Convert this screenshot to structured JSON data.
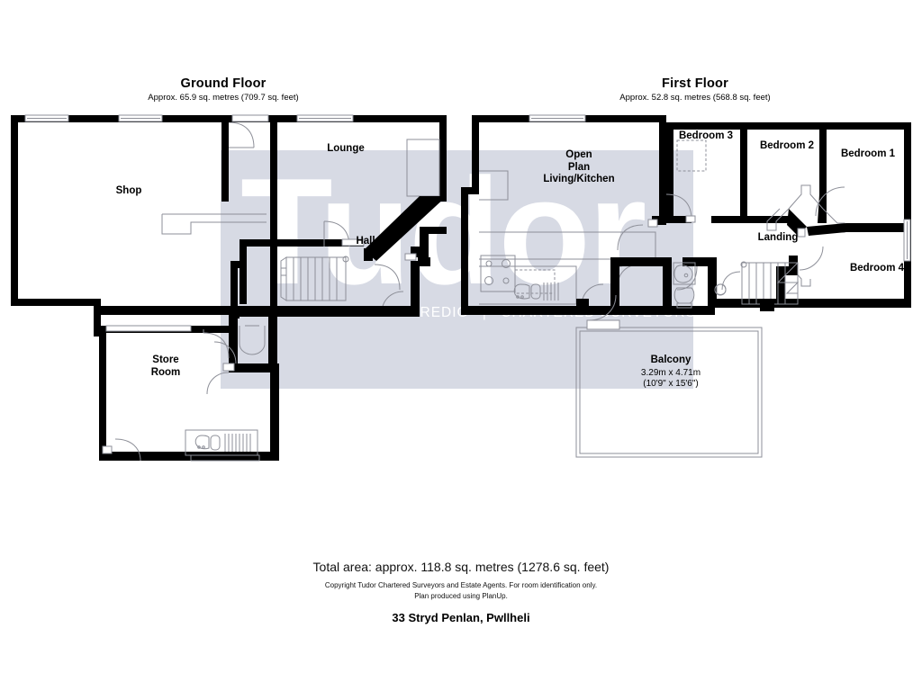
{
  "document": {
    "type": "floor-plan",
    "address": "33 Stryd Penlan, Pwllheli",
    "total_area": "Total area: approx. 118.8 sq. metres (1278.6 sq. feet)",
    "copyright_line_1": "Copyright Tudor Chartered Surveyors and Estate Agents. For room identification only.",
    "copyright_line_2": "Plan produced using PlanUp."
  },
  "watermark": {
    "word": "Tudor",
    "tagline_welsh": "SYRFEWYR SIARTREDIG",
    "tagline_separator": "|",
    "tagline_english": "CHARTERED SURVEYORS",
    "box_color": "#d7dae4",
    "text_color": "#ffffff"
  },
  "floors": [
    {
      "id": "ground",
      "title": "Ground Floor",
      "area": "Approx. 65.9 sq. metres (709.7 sq. feet)",
      "rooms": [
        {
          "id": "shop",
          "label": "Shop"
        },
        {
          "id": "lounge",
          "label": "Lounge"
        },
        {
          "id": "hall",
          "label": "Hall"
        },
        {
          "id": "store-room",
          "label": "Store\nRoom"
        }
      ]
    },
    {
      "id": "first",
      "title": "First Floor",
      "area": "Approx. 52.8 sq. metres (568.8 sq. feet)",
      "rooms": [
        {
          "id": "open-plan-living-kitchen",
          "label": "Open\nPlan\nLiving/Kitchen"
        },
        {
          "id": "bedroom-3",
          "label": "Bedroom 3"
        },
        {
          "id": "bedroom-2",
          "label": "Bedroom 2"
        },
        {
          "id": "bedroom-1",
          "label": "Bedroom 1"
        },
        {
          "id": "bedroom-4",
          "label": "Bedroom 4"
        },
        {
          "id": "landing",
          "label": "Landing"
        }
      ],
      "balcony": {
        "label": "Balcony",
        "metric": "3.29m x 4.71m",
        "imperial": "(10'9\" x 15'6\")"
      }
    }
  ],
  "style": {
    "wall_color": "#000000",
    "thin_line_color": "#8d8f98",
    "background": "#ffffff"
  }
}
